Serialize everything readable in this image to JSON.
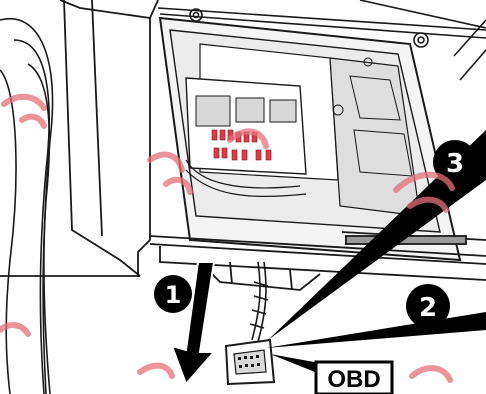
{
  "callouts": [
    {
      "id": "callout-1",
      "label": "1"
    },
    {
      "id": "callout-2",
      "label": "2"
    },
    {
      "id": "callout-3",
      "label": "3"
    }
  ],
  "obd": {
    "label": "OBD"
  },
  "colors": {
    "line": "#1a1a1a",
    "light_gray": "#d8d8d8",
    "mid_gray": "#9a9a9a",
    "fuse_red": "#e03a4a",
    "callout_fill": "#000000",
    "callout_text": "#ffffff",
    "watermark": "#e5707a"
  }
}
